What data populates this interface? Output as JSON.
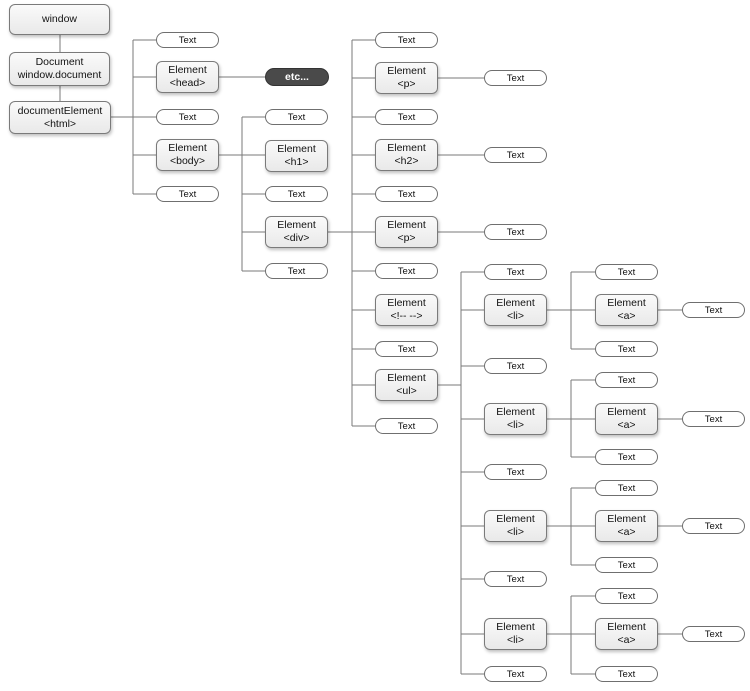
{
  "nodes": {
    "window": "window",
    "document": {
      "line1": "Document",
      "line2": "window.document"
    },
    "html": {
      "line1": "documentElement",
      "line2": "<html>"
    },
    "head": {
      "line1": "Element",
      "line2": "<head>"
    },
    "body": {
      "line1": "Element",
      "line2": "<body>"
    },
    "h1": {
      "line1": "Element",
      "line2": "<h1>"
    },
    "div": {
      "line1": "Element",
      "line2": "<div>"
    },
    "p1": {
      "line1": "Element",
      "line2": "<p>"
    },
    "h2": {
      "line1": "Element",
      "line2": "<h2>"
    },
    "p2": {
      "line1": "Element",
      "line2": "<p>"
    },
    "comment": {
      "line1": "Element",
      "line2": "<!-- -->"
    },
    "ul": {
      "line1": "Element",
      "line2": "<ul>"
    },
    "li": {
      "line1": "Element",
      "line2": "<li>"
    },
    "a": {
      "line1": "Element",
      "line2": "<a>"
    }
  },
  "text_label": "Text",
  "etc_label": "etc..."
}
